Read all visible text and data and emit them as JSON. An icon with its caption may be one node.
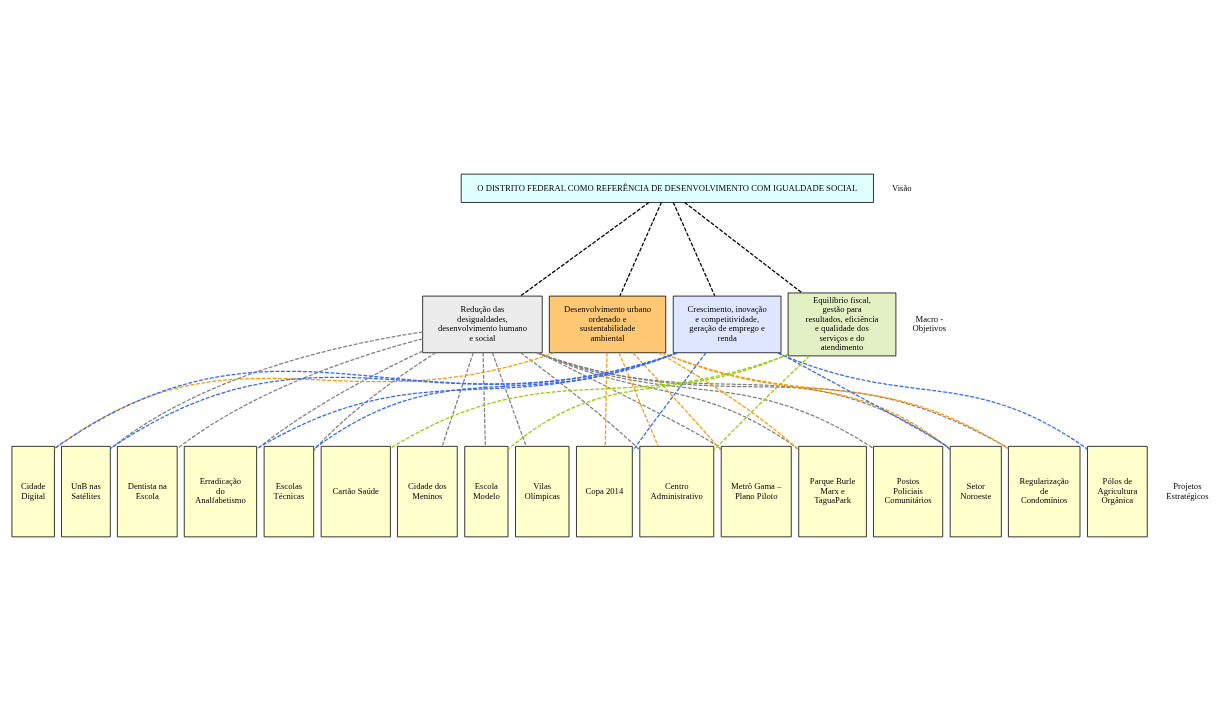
{
  "diagram": {
    "nodes": [
      {
        "text": [
          "O DISTRITO FEDERAL COMO REFERÊNCIA DE DESENVOLVIMENTO COM IGUALDADE SOCIAL"
        ]
      },
      {
        "text": [
          "Redução das desigualdades, desenvolvimento humano e social"
        ]
      },
      {
        "text": [
          "Desenvolvimento urbano ordenado e sustentabilidade ambiental"
        ]
      },
      {
        "text": [
          "Crescimento, inovação e competitividade, geração de emprego e renda"
        ]
      },
      {
        "text": [
          "Equilíbrio fiscal, gestão para resultados, eficiência e qualidade dos serviços e do atendimento"
        ]
      },
      {
        "text": [
          "Cidade Digital"
        ]
      },
      {
        "text": [
          "UnB nas Satélites"
        ]
      },
      {
        "text": [
          "Dentista na Escola"
        ]
      },
      {
        "text": [
          "Erradicação do Analfabetismo"
        ]
      },
      {
        "text": [
          "Escolas Técnicas"
        ]
      },
      {
        "text": [
          "Cartão Saúde"
        ]
      },
      {
        "text": [
          "Cidade dos Meninos"
        ]
      },
      {
        "text": [
          "Escola Modelo"
        ]
      },
      {
        "text": [
          "Vilas Olímpicas"
        ]
      },
      {
        "text": [
          "Copa 2014"
        ]
      },
      {
        "text": [
          "Centro Administrativo"
        ]
      },
      {
        "text": [
          "Metrô Gama – Plano Piloto"
        ]
      },
      {
        "text": [
          "Parque Burle Marx e TaguaPark"
        ]
      },
      {
        "text": [
          "Postos Policiais Comunitários"
        ]
      },
      {
        "text": [
          "Setor Noroeste"
        ]
      },
      {
        "text": [
          "Regularização de Condomínios"
        ]
      },
      {
        "text": [
          "Pólos de Agricultura Orgânica"
        ]
      }
    ],
    "edges": [
      {
        "from": 0,
        "to": 1,
        "arrow": "none",
        "style": "dashed",
        "color": "#000000"
      },
      {
        "from": 0,
        "to": 2,
        "arrow": "none",
        "style": "dashed",
        "color": "#000000"
      },
      {
        "from": 0,
        "to": 3,
        "arrow": "none",
        "style": "dashed",
        "color": "#000000"
      },
      {
        "from": 0,
        "to": 4,
        "arrow": "none",
        "style": "dashed",
        "color": "#000000"
      },
      {
        "from": 1,
        "to": 6,
        "arrow": "none",
        "style": "dashed"
      },
      {
        "from": 1,
        "to": 7,
        "arrow": "none",
        "style": "dashed"
      },
      {
        "from": 1,
        "to": 8,
        "arrow": "none",
        "style": "dashed"
      },
      {
        "from": 1,
        "to": 9,
        "arrow": "none",
        "style": "dashed"
      },
      {
        "from": 1,
        "to": 11,
        "arrow": "none",
        "style": "dashed"
      },
      {
        "from": 1,
        "to": 12,
        "arrow": "none",
        "style": "dashed"
      },
      {
        "from": 1,
        "to": 13,
        "arrow": "none",
        "style": "dashed"
      },
      {
        "from": 1,
        "to": 15,
        "arrow": "none",
        "style": "dashed"
      },
      {
        "from": 1,
        "to": 16,
        "arrow": "none",
        "style": "dashed"
      },
      {
        "from": 1,
        "to": 17,
        "arrow": "none",
        "style": "dashed"
      },
      {
        "from": 1,
        "to": 18,
        "arrow": "none",
        "style": "dashed"
      },
      {
        "from": 1,
        "to": 19,
        "arrow": "none",
        "style": "dashed"
      },
      {
        "from": 1,
        "to": 20,
        "arrow": "none",
        "style": "dashed"
      },
      {
        "from": 2,
        "to": 5,
        "arrow": "none",
        "style": "dashed",
        "color": "#ff9900"
      },
      {
        "from": 2,
        "to": 14,
        "arrow": "none",
        "style": "dashed",
        "color": "#ff9900"
      },
      {
        "from": 2,
        "to": 15,
        "arrow": "none",
        "style": "dashed",
        "color": "#ff9900"
      },
      {
        "from": 2,
        "to": 16,
        "arrow": "none",
        "style": "dashed",
        "color": "#ff9900"
      },
      {
        "from": 2,
        "to": 17,
        "arrow": "none",
        "style": "dashed",
        "color": "#ff9900"
      },
      {
        "from": 2,
        "to": 19,
        "arrow": "none",
        "style": "dashed",
        "color": "#ff9900"
      },
      {
        "from": 2,
        "to": 20,
        "arrow": "none",
        "style": "dashed",
        "color": "#ff9900"
      },
      {
        "from": 3,
        "to": 5,
        "arrow": "none",
        "style": "dashed",
        "color": "#3366ff"
      },
      {
        "from": 3,
        "to": 6,
        "arrow": "none",
        "style": "dashed",
        "color": "#3366ff"
      },
      {
        "from": 3,
        "to": 8,
        "arrow": "none",
        "style": "dashed",
        "color": "#3366ff"
      },
      {
        "from": 3,
        "to": 9,
        "arrow": "none",
        "style": "dashed",
        "color": "#3366ff"
      },
      {
        "from": 3,
        "to": 14,
        "arrow": "none",
        "style": "dashed",
        "color": "#3366ff"
      },
      {
        "from": 3,
        "to": 19,
        "arrow": "none",
        "style": "dashed",
        "color": "#3366ff"
      },
      {
        "from": 3,
        "to": 21,
        "arrow": "none",
        "style": "dashed",
        "color": "#3366ff"
      },
      {
        "from": 4,
        "to": 10,
        "arrow": "none",
        "style": "dashed",
        "color": "#99cc00"
      },
      {
        "from": 4,
        "to": 12,
        "arrow": "none",
        "style": "dashed",
        "color": "#99cc00"
      },
      {
        "from": 4,
        "to": 15,
        "arrow": "none",
        "style": "dashed",
        "color": "#99cc00"
      }
    ],
    "labels": [
      "Visão",
      "Macro - Objetivos",
      "Projetos Estratégicos"
    ]
  }
}
